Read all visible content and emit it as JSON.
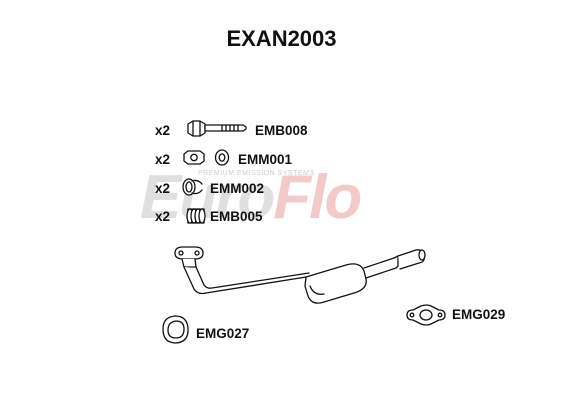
{
  "title": "EXAN2003",
  "watermark": {
    "brand_a": "Euro",
    "brand_b": "Flo",
    "tagline": "PREMIUM EMISSION SYSTEMS"
  },
  "parts": [
    {
      "qty": "x2",
      "code": "EMB008",
      "icon": "bolt-icon"
    },
    {
      "qty": "x2",
      "code": "EMM001",
      "icon": "rubber-mount-icon"
    },
    {
      "qty": "x2",
      "code": "EMM002",
      "icon": "ring-mount-icon"
    },
    {
      "qty": "x2",
      "code": "EMB005",
      "icon": "spring-icon"
    }
  ],
  "gaskets": [
    {
      "code": "EMG027",
      "icon": "round-gasket-icon"
    },
    {
      "code": "EMG029",
      "icon": "two-bolt-gasket-icon"
    }
  ],
  "colors": {
    "line": "#111111",
    "fill": "#ffffff",
    "watermark": "#b9b9b9"
  }
}
